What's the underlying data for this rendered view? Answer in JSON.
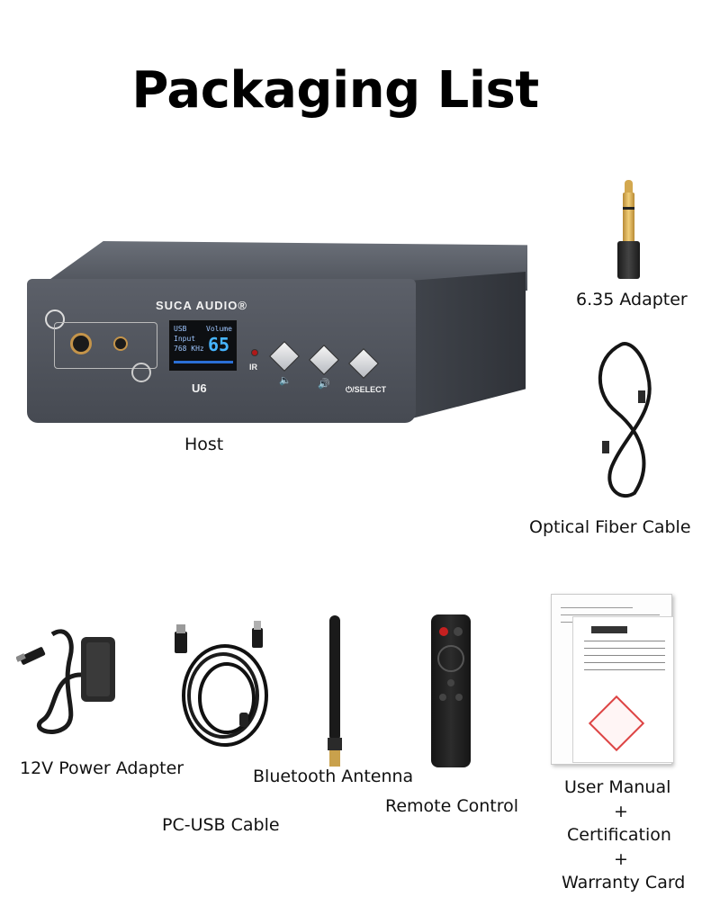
{
  "title": "Packaging List",
  "items": {
    "host": {
      "label": "Host",
      "brand": "SUCA AUDIO®",
      "model": "U6",
      "ir_label": "IR",
      "select_label": "⏻/SELECT",
      "screen": {
        "source": "USB",
        "input": "Input",
        "rate": "768 KHz",
        "volume_label": "Volume",
        "volume_value": "65"
      }
    },
    "adapter": {
      "label": "6.35 Adapter"
    },
    "optical": {
      "label": "Optical Fiber Cable"
    },
    "power": {
      "label": "12V Power Adapter"
    },
    "usb": {
      "label": "PC-USB Cable"
    },
    "bluetooth": {
      "label": "Bluetooth Antenna"
    },
    "remote": {
      "label": "Remote Control"
    },
    "manual": {
      "line1": "User Manual",
      "plus1": "+",
      "line2": "Certification",
      "plus2": "+",
      "line3": "Warranty Card"
    }
  },
  "colors": {
    "device_body": "#4d5159",
    "gold": "#d3a84f",
    "led_red": "#b01818"
  }
}
